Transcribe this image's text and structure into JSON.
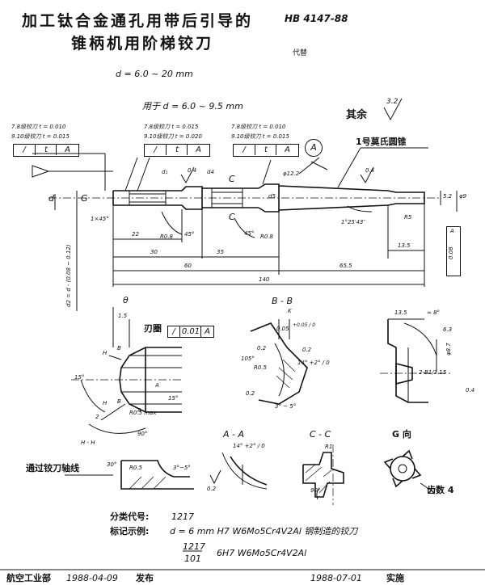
{
  "header": {
    "title_line1": "加工钛合金通孔用带后引导的",
    "title_line2": "锥柄机用阶梯铰刀",
    "standard_no": "HB 4147-88",
    "replaces": "代替",
    "size_range": "d = 6.0 ~ 20 mm"
  },
  "drawing": {
    "applies_to": "用于 d = 6.0 ~ 9.5 mm",
    "surface_rest": "其余",
    "surface_rest_value": "3.2",
    "tol_left": {
      "line1": "7.8级铰刀 t = 0.010",
      "line2": "9.10级铰刀 t = 0.015",
      "sym": "/",
      "t": "t",
      "datum": "A"
    },
    "tol_mid": {
      "line1": "7.8级铰刀 t = 0.015",
      "line2": "9.10级铰刀 t = 0.020",
      "sym": "/",
      "t": "t",
      "datum": "A"
    },
    "tol_right": {
      "line1": "7.8级铰刀 t = 0.010",
      "line2": "9.10级铰刀 t = 0.015",
      "sym": "/",
      "t": "t",
      "datum": "A"
    },
    "datum_a": "A",
    "morse_taper": "1号莫氏圆锥",
    "labels": {
      "d": "d",
      "G": "G",
      "d1": "d₁",
      "ra04": "0.4",
      "ra04b": "0.4",
      "d4": "d4",
      "C1": "C",
      "C2": "C",
      "d5": "d5",
      "phi122": "φ12.2",
      "dim52": "5.2",
      "dim_phi9": "φ9",
      "chamfer": "1×45°",
      "dim22": "22",
      "r08": "R0.8",
      "ang45": "45°",
      "ang45b": "45°",
      "r08b": "R0.8",
      "angle_taper": "1°25′43″",
      "r5": "R5",
      "dim135": "13.5",
      "dim30": "30",
      "dim35": "35",
      "dim60": "60",
      "dim655": "65.5",
      "dim140": "140",
      "d2": "d2 = d - (0.08 ~ 0.12)",
      "runout": "0.08",
      "runout_datum": "A"
    }
  },
  "detail": {
    "theta": "θ",
    "dim15": "1.5",
    "side_edge": "刃圈",
    "tol_sym": "/",
    "tol_val": "0.01",
    "tol_datum": "A",
    "H1": "H",
    "B1": "B",
    "H2": "H",
    "B2": "B",
    "A1": "A",
    "A2": "A",
    "ang15a": "15°",
    "ang15b": "15°",
    "r05max": "R0.5 max",
    "dim2": "2",
    "ang90": "90°",
    "hh": "H - H"
  },
  "section_bb": {
    "title": "B - B",
    "K": "K",
    "k_val": "0.05",
    "k_tol": "+0.05 / 0",
    "ra02a": "0.2",
    "ra02b": "0.2",
    "ang105": "105°",
    "r05": "R0.5",
    "ang14": "14° +2° / 0",
    "ra02c": "0.2",
    "ang35": "3° ~ 5°"
  },
  "shank_detail": {
    "dim135": "13.5",
    "ang8": "≈ 8°",
    "ra63": "6.3",
    "phi87": "φ8.7",
    "center_hole": "2-B1/3.15",
    "ra04": "0.4"
  },
  "section_aa": {
    "title": "A - A",
    "ang": "14° +2° / 0",
    "ra": "0.2"
  },
  "section_cc": {
    "title": "C - C",
    "r1": "R1",
    "ang90": "90°"
  },
  "view_g": {
    "title": "G 向",
    "teeth": "齿数 4"
  },
  "pass_reamer": {
    "label": "通过铰刀轴线",
    "ang30": "30°",
    "r05": "R0.5",
    "ang35": "3°~5°"
  },
  "classification": {
    "code_label": "分类代号:",
    "code_value": "1217",
    "example_label": "标记示例:",
    "example_value": "d = 6 mm   H7   W6Mo5Cr4V2Al 钢制造的铰刀",
    "frac_num": "1217",
    "frac_den": "101",
    "frac_rest": "6H7   W6Mo5Cr4V2Al"
  },
  "footer": {
    "issuer": "航空工业部",
    "issue_date": "1988-04-09",
    "issue_word": "发布",
    "impl_date": "1988-07-01",
    "impl_word": "实施"
  }
}
